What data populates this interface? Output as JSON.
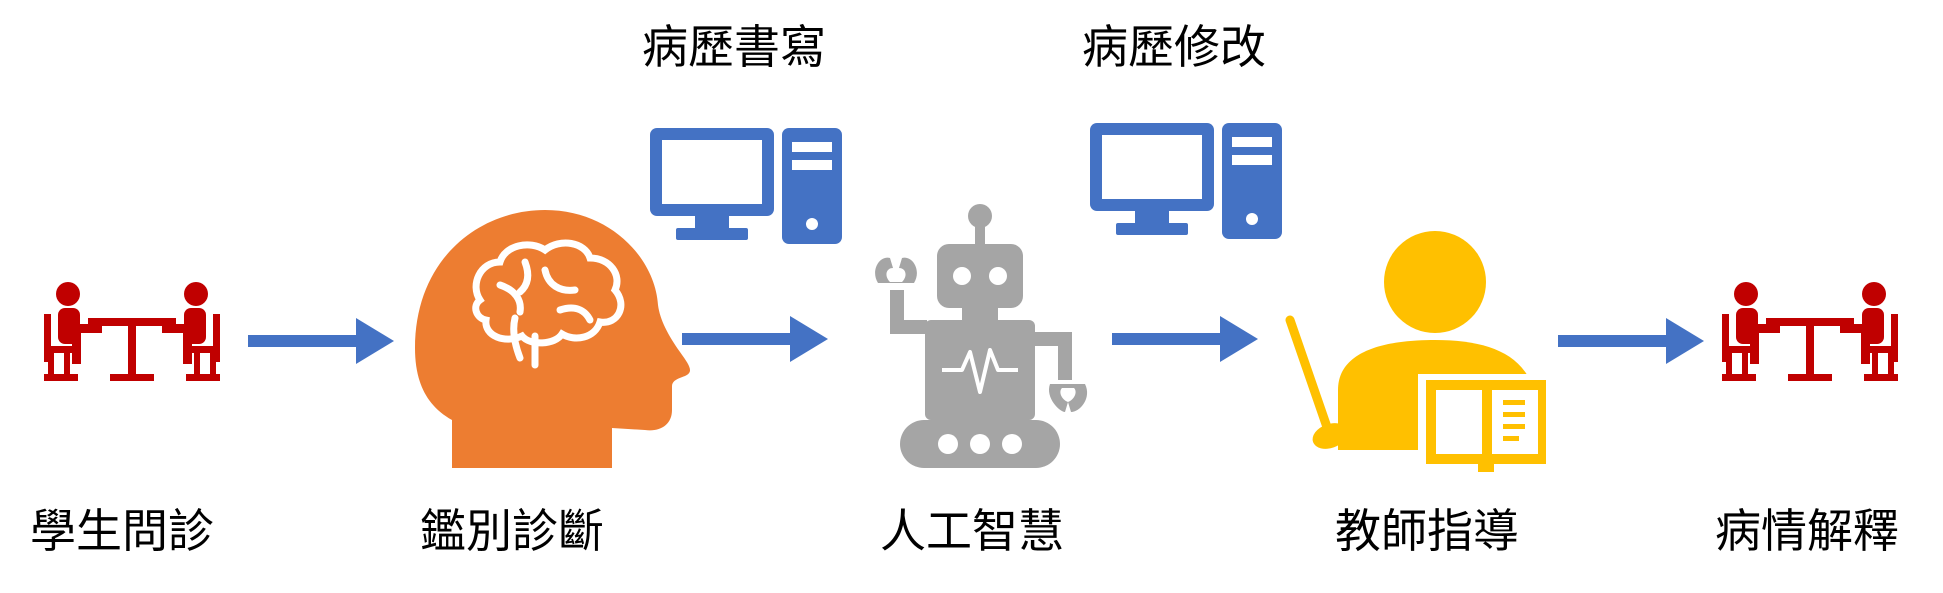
{
  "steps": [
    {
      "label": "學生問診",
      "icon": "consultation-icon",
      "color": "#c00000"
    },
    {
      "label": "鑑別診斷",
      "icon": "brain-head-icon",
      "color": "#ed7d31"
    },
    {
      "label": "人工智慧",
      "icon": "robot-icon",
      "color": "#a5a5a5"
    },
    {
      "label": "教師指導",
      "icon": "teacher-icon",
      "color": "#ffc000"
    },
    {
      "label": "病情解釋",
      "icon": "consultation-icon",
      "color": "#c00000"
    }
  ],
  "computers": [
    {
      "label": "病歷書寫",
      "icon": "desktop-computer-icon",
      "color": "#4472c4"
    },
    {
      "label": "病歷修改",
      "icon": "desktop-computer-icon",
      "color": "#4472c4"
    }
  ],
  "arrow_color": "#4472c4"
}
